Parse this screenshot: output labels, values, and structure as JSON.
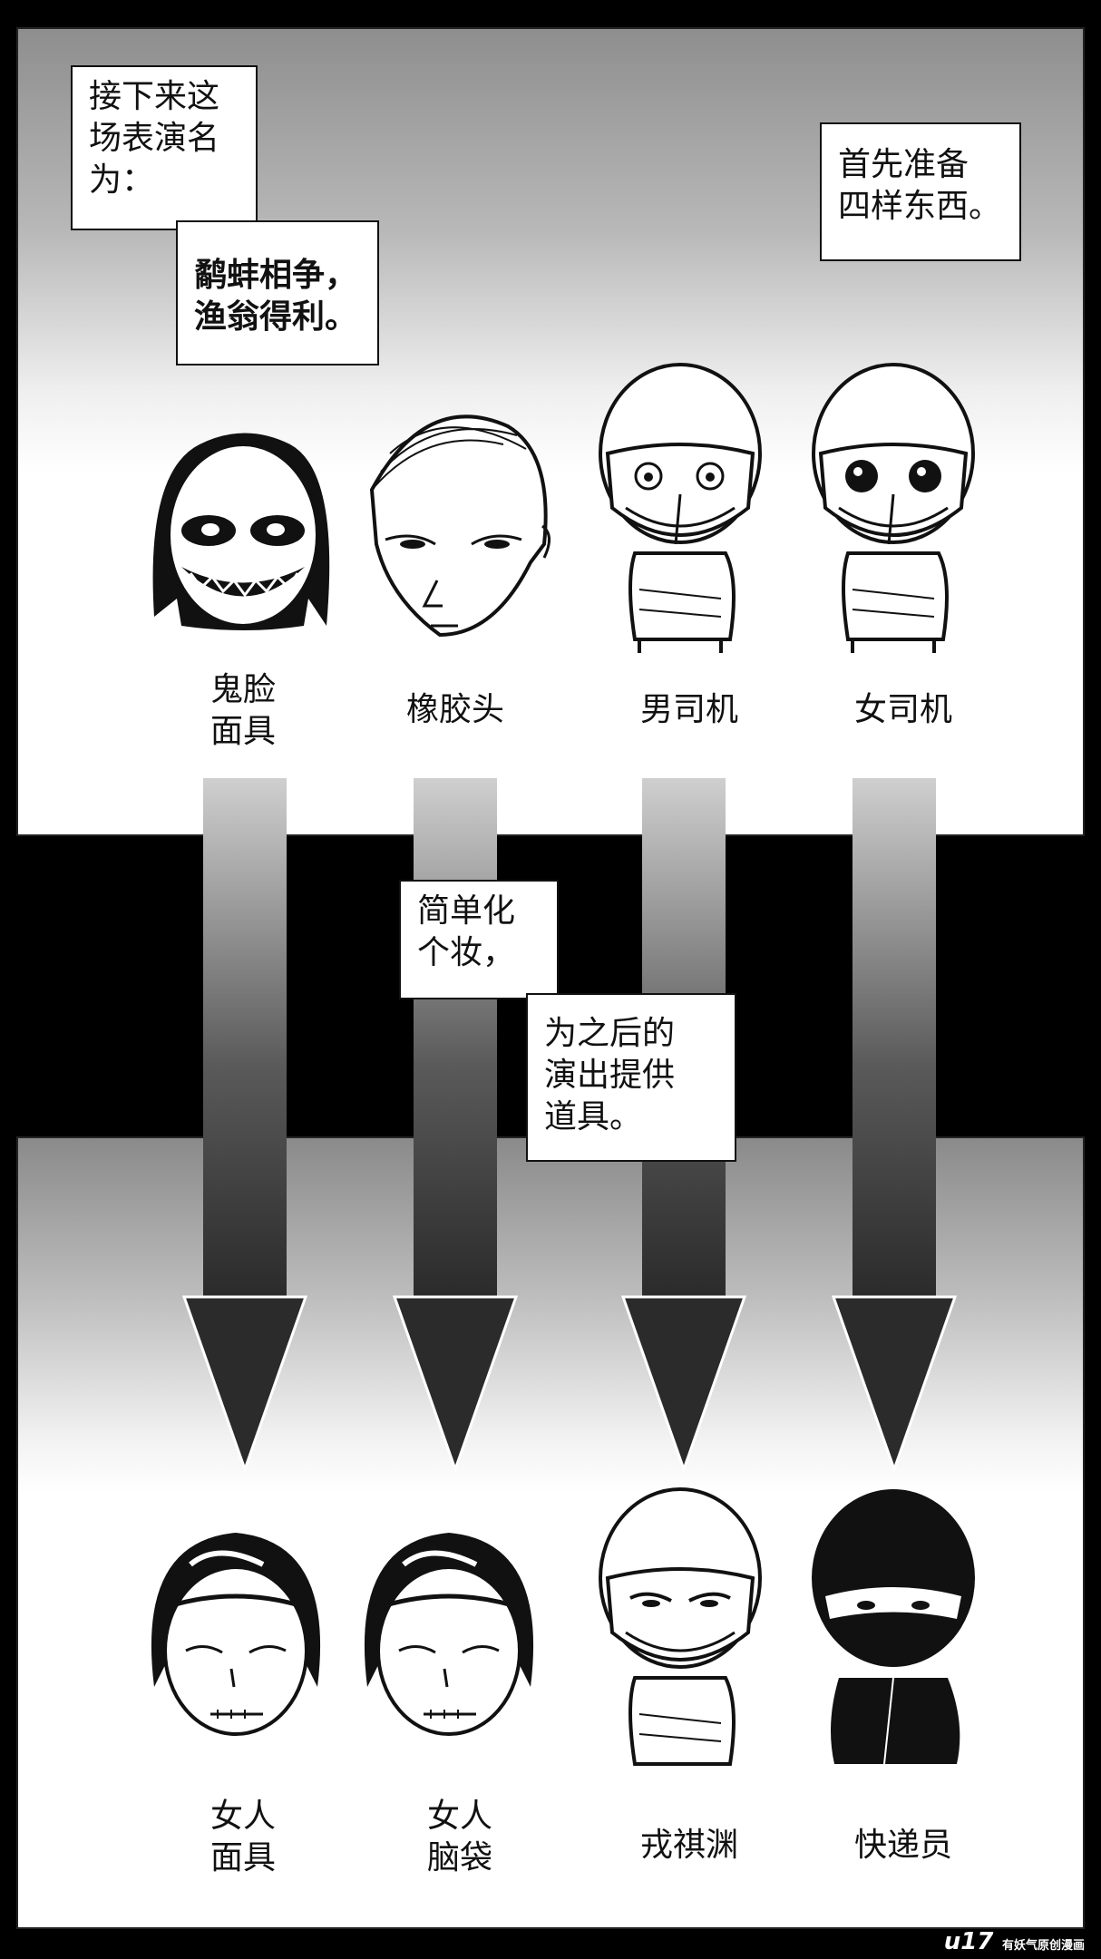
{
  "panels": {
    "top": {
      "caption_1": "接下来这\n场表演名\n为：",
      "caption_2": "鹬蚌相争，\n渔翁得利。",
      "caption_3": "首先准备\n四样东西。",
      "labels": [
        "鬼脸\n面具",
        "橡胶头",
        "男司机",
        "女司机"
      ]
    },
    "middle": {
      "caption_1": "简单化\n个妆，",
      "caption_2": "为之后的\n演出提供\n道具。"
    },
    "bottom": {
      "labels": [
        "女人\n面具",
        "女人\n脑袋",
        "戎祺渊",
        "快递员"
      ]
    }
  },
  "watermark": {
    "logo": "u17",
    "tagline": "有妖气原创漫画"
  }
}
